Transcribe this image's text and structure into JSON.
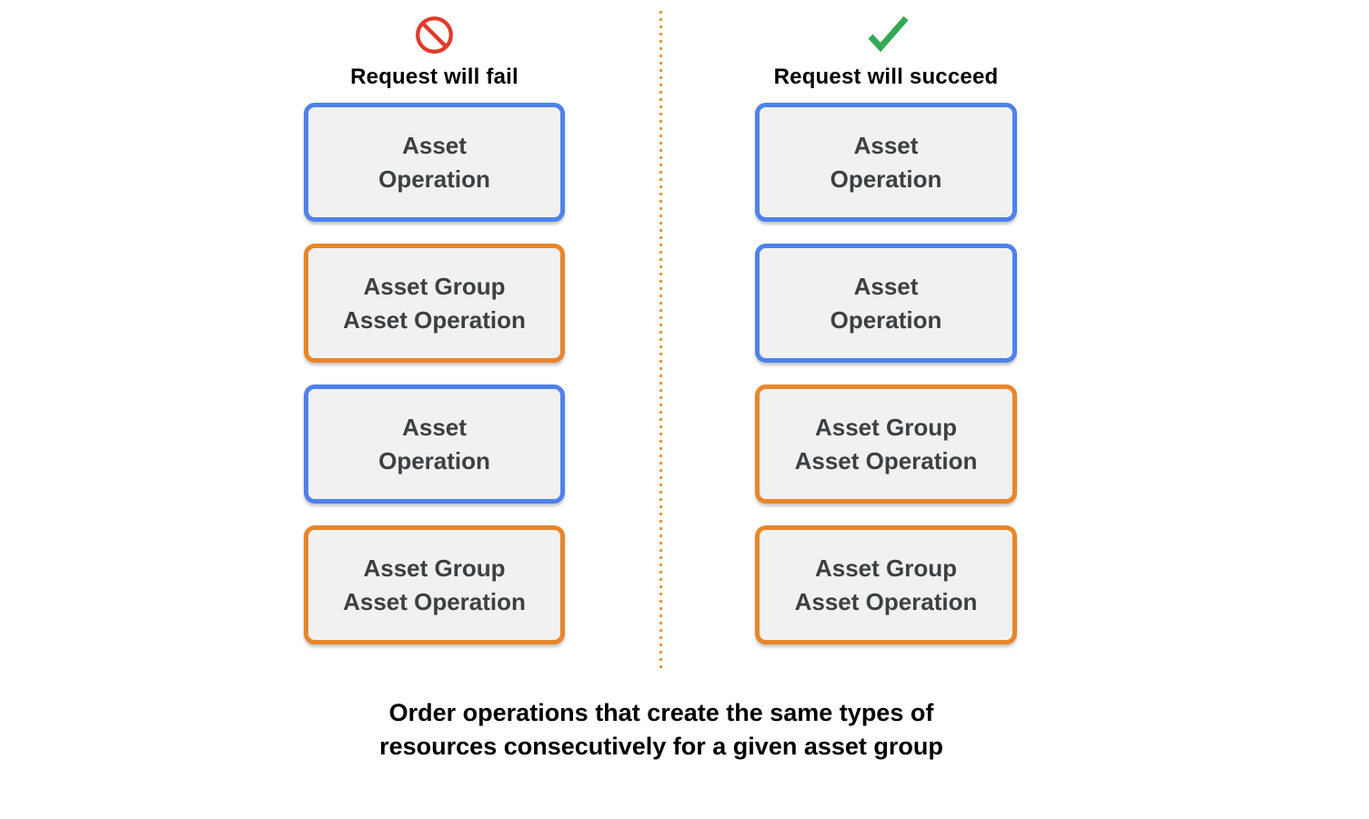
{
  "colors": {
    "blue": "#4E82EC",
    "orange": "#E8862A",
    "red": "#DF3B2C",
    "green": "#34A853",
    "box-fill": "#F1F1F1",
    "box-text": "#3C4043",
    "divider": "#E9973F",
    "heading-text": "#000000"
  },
  "columns": [
    {
      "title": "Request will fail",
      "icon": "prohibition-icon",
      "boxes": [
        {
          "type": "asset-operation",
          "lines": [
            "Asset",
            "Operation"
          ]
        },
        {
          "type": "asset-group-asset-operation",
          "lines": [
            "Asset Group",
            "Asset Operation"
          ]
        },
        {
          "type": "asset-operation",
          "lines": [
            "Asset",
            "Operation"
          ]
        },
        {
          "type": "asset-group-asset-operation",
          "lines": [
            "Asset Group",
            "Asset Operation"
          ]
        }
      ]
    },
    {
      "title": "Request will succeed",
      "icon": "checkmark-icon",
      "boxes": [
        {
          "type": "asset-operation",
          "lines": [
            "Asset",
            "Operation"
          ]
        },
        {
          "type": "asset-operation",
          "lines": [
            "Asset",
            "Operation"
          ]
        },
        {
          "type": "asset-group-asset-operation",
          "lines": [
            "Asset Group",
            "Asset Operation"
          ]
        },
        {
          "type": "asset-group-asset-operation",
          "lines": [
            "Asset Group",
            "Asset Operation"
          ]
        }
      ]
    }
  ],
  "caption": {
    "lines": [
      "Order operations that create the same types of",
      "resources consecutively for a given asset group"
    ]
  }
}
